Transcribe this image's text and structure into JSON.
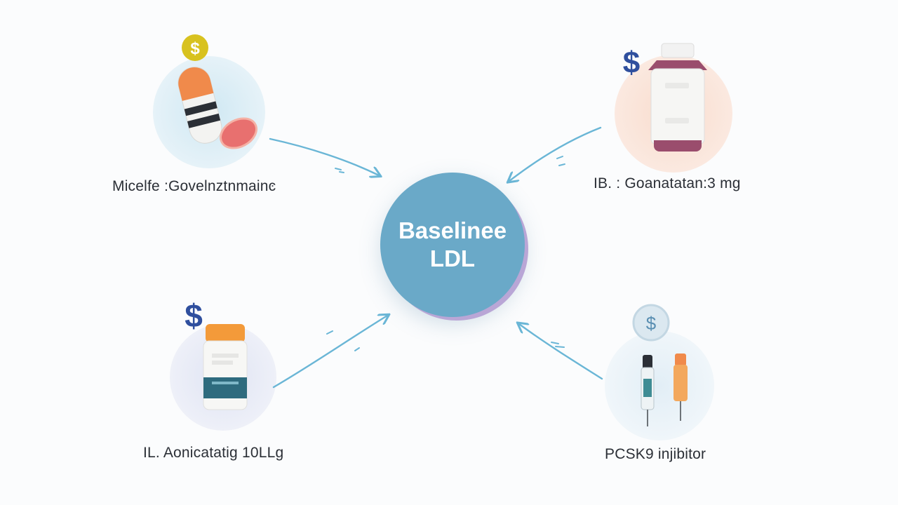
{
  "center": {
    "line1": "Baselinee",
    "line2": "LDL"
  },
  "nodes": [
    {
      "label": "Micelfe :Govelnztnmainͼ",
      "icon": "pill-capsule-icon",
      "cost_symbol": "$"
    },
    {
      "label": "IB. : Goanatatan:3 mg",
      "icon": "pill-bottle-icon",
      "cost_symbol": "$"
    },
    {
      "label": "IL. Aonicatatig 10LLg",
      "icon": "medicine-jar-icon",
      "cost_symbol": "$"
    },
    {
      "label": "PCSK9 injibitor",
      "icon": "injection-pen-icon",
      "cost_symbol": "$"
    }
  ],
  "colors": {
    "center_fill": "#6aa9c8",
    "arrow": "#6ab6d6",
    "dollar": "#2f4f9e",
    "coin": "#d8c21f"
  }
}
